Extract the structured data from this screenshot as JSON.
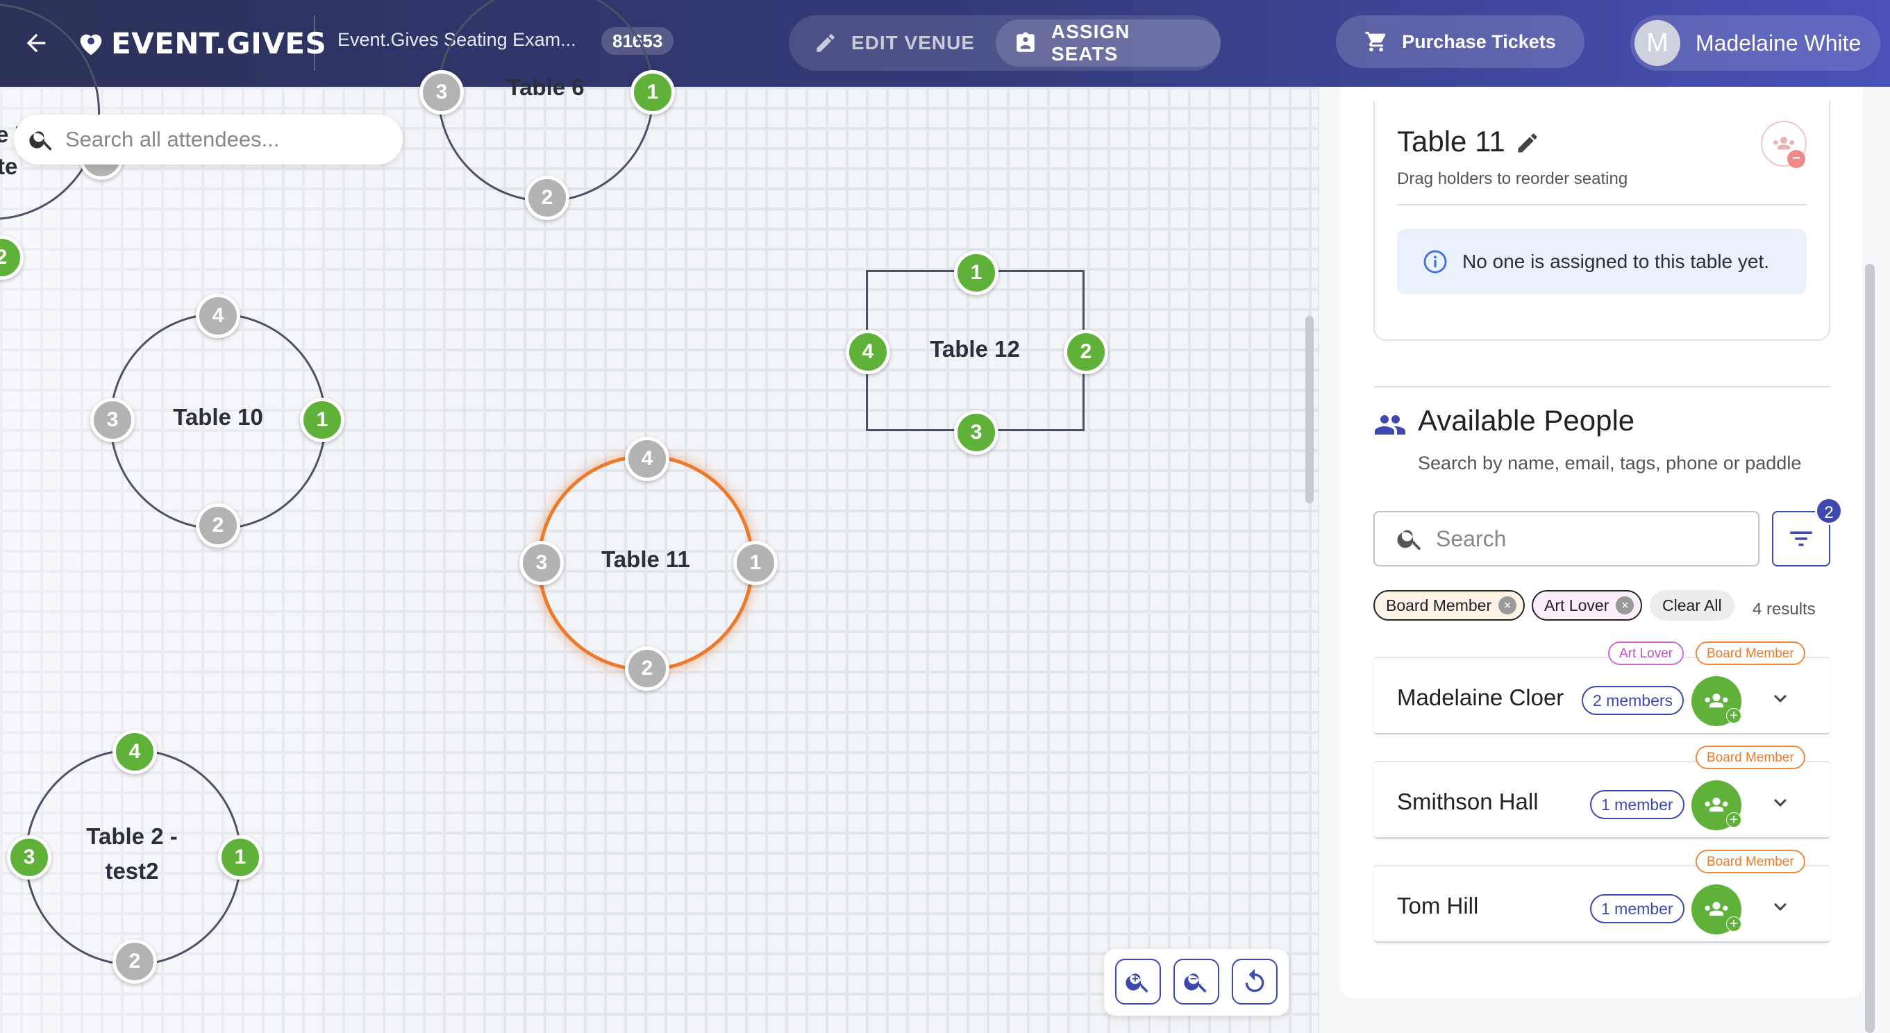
{
  "header": {
    "logo_text": "EVENT.GIVES",
    "event_name": "Event.Gives Seating Exam...",
    "event_id": "81653",
    "edit_venue_label": "EDIT VENUE",
    "assign_seats_label": "ASSIGN SEATS",
    "purchase_label": "Purchase Tickets",
    "user_initial": "M",
    "user_name": "Madelaine White"
  },
  "canvas": {
    "search_placeholder": "Search all attendees...",
    "tables": {
      "t6": {
        "label": "Table 6",
        "seats": [
          "3",
          "1",
          "2"
        ]
      },
      "t10": {
        "label": "Table 10",
        "seats": [
          "4",
          "3",
          "1",
          "2"
        ]
      },
      "t11": {
        "label": "Table 11",
        "seats": [
          "4",
          "3",
          "1",
          "2"
        ]
      },
      "t12": {
        "label": "Table 12",
        "seats": [
          "1",
          "4",
          "2",
          "3"
        ]
      },
      "t2": {
        "label_line1": "Table 2 -",
        "label_line2": "test2",
        "seats": [
          "4",
          "3",
          "1",
          "2"
        ]
      },
      "left_partial": {
        "text1": "e '",
        "text2": "te",
        "seat": "2"
      }
    }
  },
  "panel": {
    "table_title": "Table 11",
    "table_subtitle": "Drag holders to reorder seating",
    "empty_message": "No one is assigned to this table yet.",
    "available_title": "Available People",
    "available_subtitle": "Search by name, email, tags, phone or paddle",
    "search_placeholder": "Search",
    "filter_count": "2",
    "chips": [
      "Board Member",
      "Art Lover",
      "Clear All"
    ],
    "results": "4 results",
    "people": [
      {
        "name": "Madelaine Cloer",
        "members": "2 members",
        "tags": [
          "Art Lover",
          "Board Member"
        ]
      },
      {
        "name": "Smithson Hall",
        "members": "1 member",
        "tags": [
          "Board Member"
        ]
      },
      {
        "name": "Tom Hill",
        "members": "1 member",
        "tags": [
          "Board Member"
        ]
      }
    ]
  },
  "colors": {
    "header_start": "#2b3157",
    "header_end": "#4a51b8",
    "seat_assigned": "#5fb13a",
    "seat_empty": "#b3b3b3",
    "selected_table": "#ec7a2c",
    "accent": "#3e49b0"
  },
  "icons": [
    "back-arrow-icon",
    "heart-logo-icon",
    "pencil-icon",
    "assign-seat-icon",
    "cart-icon",
    "zoom-in-icon",
    "zoom-out-icon",
    "reset-icon",
    "search-icon",
    "group-icon",
    "info-icon",
    "filter-icon",
    "group-add-icon",
    "chevron-down-icon",
    "close-icon"
  ]
}
